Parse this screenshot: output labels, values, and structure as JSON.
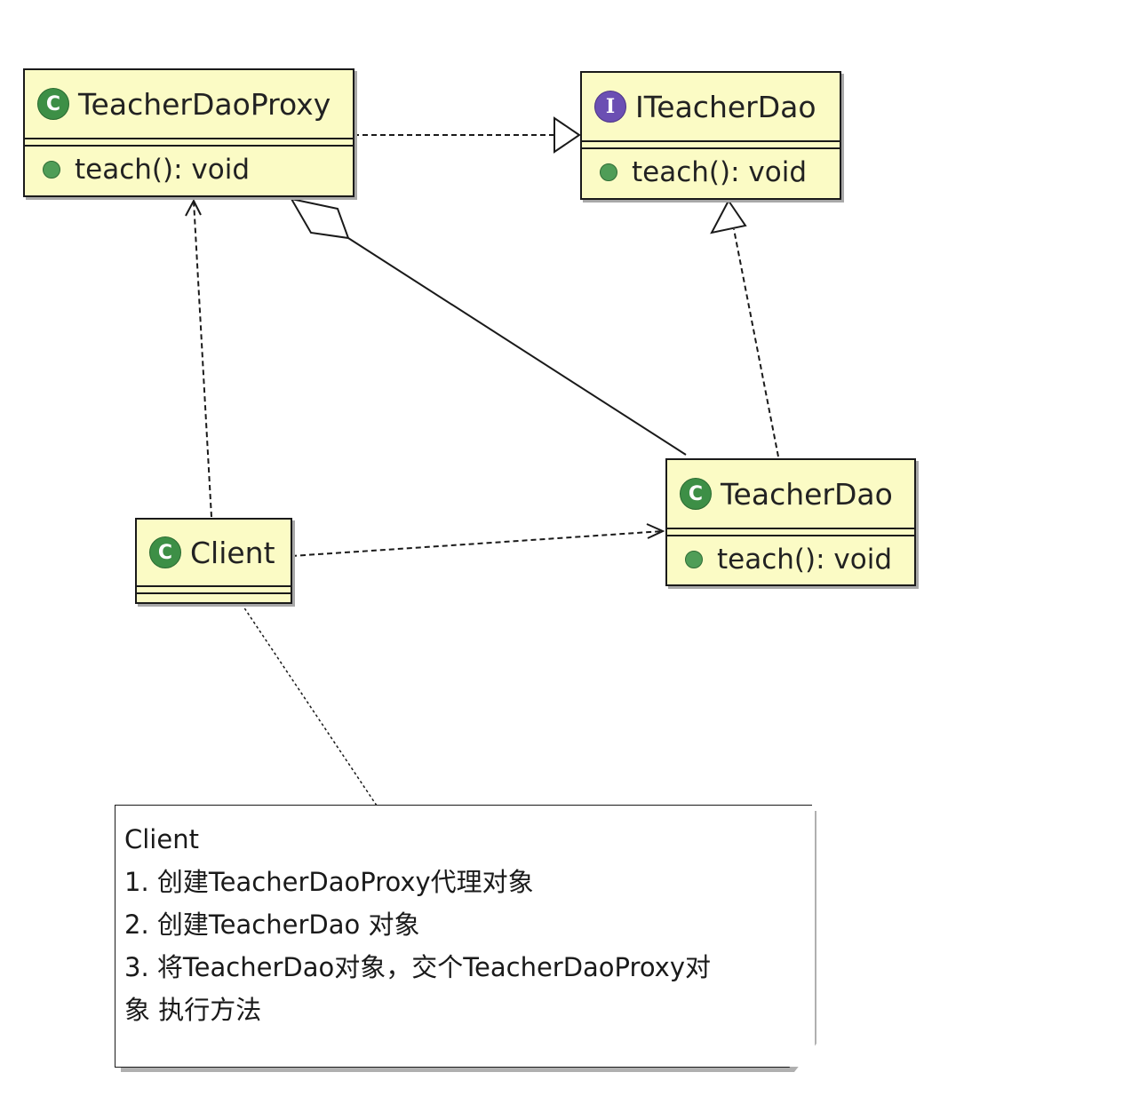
{
  "classes": {
    "proxy": {
      "badge": "C",
      "name": "TeacherDaoProxy",
      "op": "teach(): void"
    },
    "iface": {
      "badge": "I",
      "name": "ITeacherDao",
      "op": "teach(): void"
    },
    "dao": {
      "badge": "C",
      "name": "TeacherDao",
      "op": "teach(): void"
    },
    "client": {
      "badge": "C",
      "name": "Client"
    }
  },
  "note": {
    "lines": [
      "Client",
      "1. 创建TeacherDaoProxy代理对象",
      "2. 创建TeacherDao 对象",
      "3. 将TeacherDao对象，交个TeacherDaoProxy对",
      "象 执行方法"
    ]
  },
  "colors": {
    "class_fill": "#fbfbc5",
    "class_badge": "#3d8f46",
    "interface_badge": "#6b4fb3",
    "method_dot": "#4f9d57",
    "line": "#1a1a1a"
  },
  "icons": {
    "class_badge": "class-c-icon",
    "interface_badge": "interface-i-icon",
    "method": "public-method-icon"
  }
}
